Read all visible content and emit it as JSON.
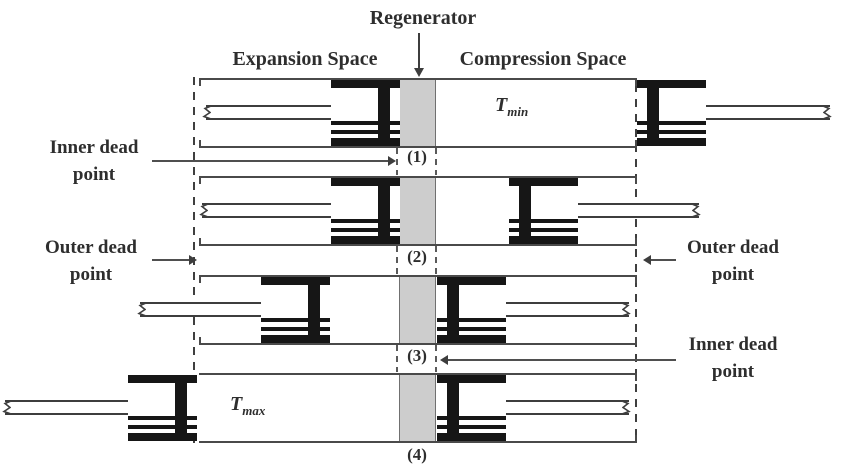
{
  "diagram": {
    "header": {
      "regenerator": "Regenerator",
      "expansion_space": "Expansion Space",
      "compression_space": "Compression Space"
    },
    "annotations": {
      "inner_dead_left": {
        "line1": "Inner dead",
        "line2": "point"
      },
      "outer_dead_left": {
        "line1": "Outer dead",
        "line2": "point"
      },
      "outer_dead_right": {
        "line1": "Outer dead",
        "line2": "point"
      },
      "inner_dead_right": {
        "line1": "Inner dead",
        "line2": "point"
      }
    },
    "temperatures": {
      "t_min": {
        "base": "T",
        "sub": "min"
      },
      "t_max": {
        "base": "T",
        "sub": "max"
      }
    },
    "states": [
      {
        "label": "(1)"
      },
      {
        "label": "(2)"
      },
      {
        "label": "(3)"
      },
      {
        "label": "(4)"
      }
    ],
    "colors": {
      "regenerator_fill": "#cdcdcd",
      "piston": "#161616",
      "line": "#4a4a4a",
      "text": "#2e2e2e",
      "background": "#ffffff"
    }
  }
}
